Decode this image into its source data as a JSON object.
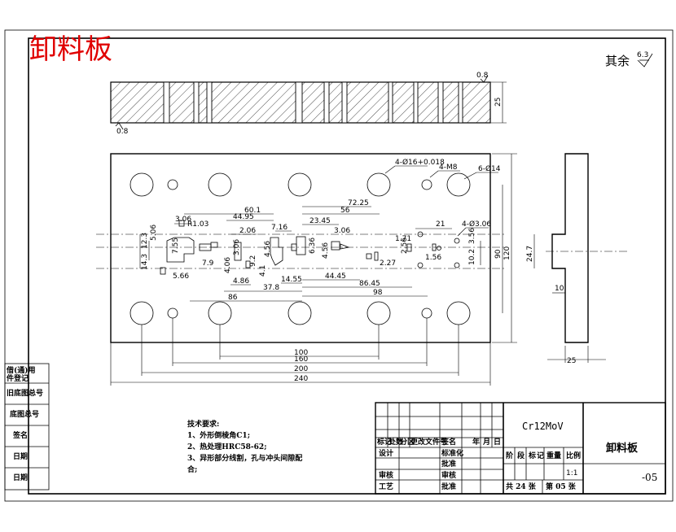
{
  "drawing_title": "卸料板",
  "surface_finish": {
    "label": "其余",
    "value": "6.3"
  },
  "section_view": {
    "roughness_top": "0.8",
    "roughness_bottom": "0.8",
    "thickness": "25"
  },
  "plan_view": {
    "callouts": [
      "4-Ø16+0.018",
      "4-M8",
      "6-Ø14",
      "4-Ø3.06",
      "R1.03",
      "5.66"
    ],
    "dims_top": [
      "72.25",
      "60.1",
      "56",
      "44.95",
      "23.45",
      "7.16",
      "3.06",
      "3.06",
      "2.06",
      "21",
      "1.71",
      "2.56",
      "2.27",
      "1.56"
    ],
    "dims_bottom": [
      "44.45",
      "86.45",
      "37.8",
      "14.55",
      "4.86",
      "98",
      "86"
    ],
    "dims_left": [
      "5.06",
      "12.3",
      "14.3",
      "7.55",
      "7.9",
      "4.06",
      "3.06",
      "6.36",
      "9.2",
      "4.1",
      "4.56",
      "4.56"
    ],
    "dims_right": [
      "90",
      "120",
      "24.7",
      "10.2",
      "3.56"
    ],
    "width_dims": [
      "100",
      "160",
      "200",
      "240"
    ]
  },
  "side_view": {
    "step": "10",
    "thickness": "25"
  },
  "tech_req": {
    "heading": "技术要求:",
    "items": [
      "1、外形倒棱角C1;",
      "2、热处理HRC58-62;",
      "3、异形部分线割，孔与冲头间隙配",
      "合;"
    ]
  },
  "left_strip": [
    "借(通)用",
    "件登记",
    "旧底图总号",
    "底图总号",
    "签名",
    "日期",
    "日期"
  ],
  "title_block": {
    "material": "Cr12MoV",
    "part_name": "卸料板",
    "drawing_no": "-05",
    "scale": "1:1",
    "sheets_total": "共 24 张",
    "sheet_no": "第 05 张",
    "row_headers": [
      "标记",
      "处数",
      "分区",
      "更改文件号",
      "签名",
      "年",
      "月",
      "日"
    ],
    "roles_left": [
      "设计",
      "审核",
      "工艺"
    ],
    "roles_mid": [
      "标准化",
      "批准",
      "审核",
      "批准"
    ],
    "stage_cols": [
      "阶",
      "段",
      "标",
      "记",
      "重量",
      "比例"
    ]
  }
}
